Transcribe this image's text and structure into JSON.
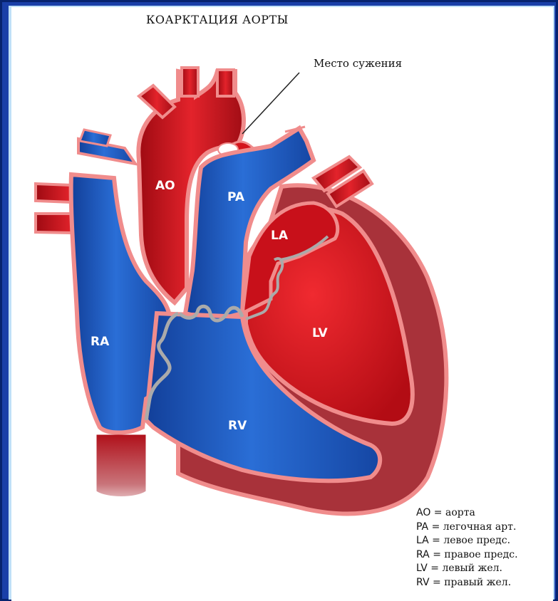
{
  "title": "КОАРКТАЦИЯ АОРТЫ",
  "callout": "Место сужения",
  "labels": {
    "ao": "AO",
    "pa": "PA",
    "la": "LA",
    "ra": "RA",
    "lv": "LV",
    "rv": "RV"
  },
  "legend": [
    {
      "abbr": "AO",
      "sep": " = ",
      "def": "аорта"
    },
    {
      "abbr": "PA",
      "sep": " = ",
      "def": "легочная арт."
    },
    {
      "abbr": "LA",
      "sep": " = ",
      "def": "левое предс."
    },
    {
      "abbr": "RA",
      "sep": " = ",
      "def": "правое предс."
    },
    {
      "abbr": "LV",
      "sep": " = ",
      "def": "левый жел."
    },
    {
      "abbr": "RV",
      "sep": " = ",
      "def": "правый жел."
    }
  ],
  "colors": {
    "red": "#d4141c",
    "blue": "#1f5cc2",
    "muscle": "#a8323a",
    "outline": "#f08c8c",
    "septum": "#aaaaaa"
  }
}
